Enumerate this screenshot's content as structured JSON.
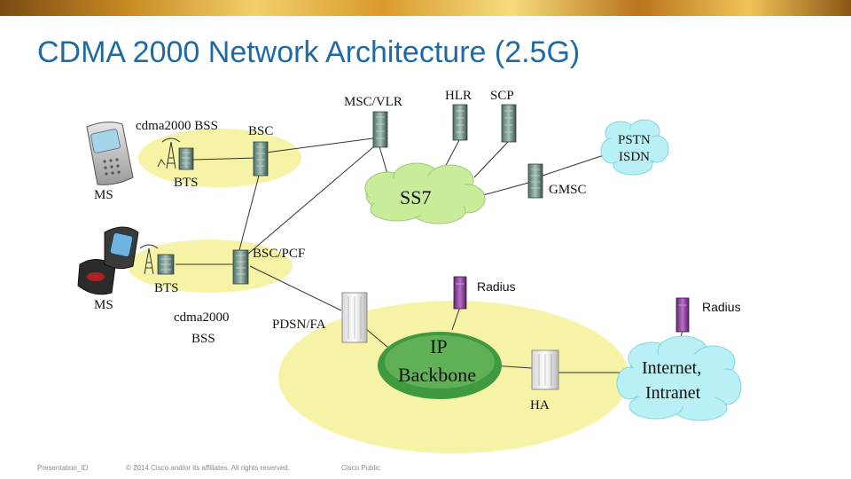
{
  "slide": {
    "title": "CDMA 2000 Network Architecture (2.5G)"
  },
  "diagram": {
    "upper_bss_label": "cdma2000 BSS",
    "lower_bss_label_line1": "cdma2000",
    "lower_bss_label_line2": "BSS",
    "ms_label_top": "MS",
    "ms_label_bottom": "MS",
    "bts_label_top": "BTS",
    "bts_label_bottom": "BTS",
    "bsc_label": "BSC",
    "bsc_pcf_label": "BSC/PCF",
    "msc_vlr_label": "MSC/VLR",
    "hlr_label": "HLR",
    "scp_label": "SCP",
    "ss7_label": "SS7",
    "pstn_label": "PSTN",
    "isdn_label": "ISDN",
    "gmsc_label": "GMSC",
    "pdsn_label": "PDSN/FA",
    "radius_label_1": "Radius",
    "radius_label_2": "Radius",
    "ip_label": "IP",
    "backbone_label": "Backbone",
    "ha_label": "HA",
    "internet_label": "Internet,",
    "intranet_label": "Intranet"
  },
  "footer": {
    "presentation_id": "Presentation_ID",
    "copyright": "© 2014 Cisco and/or its affiliates. All rights reserved.",
    "classification": "Cisco Public"
  },
  "colors": {
    "title": "#1f6aa5",
    "bss_ellipse": "#f6f3a6",
    "cloud_green": "#c9ec9a",
    "cloud_cyan": "#b8f0f5",
    "ip_backbone": "#3f9a3f"
  }
}
